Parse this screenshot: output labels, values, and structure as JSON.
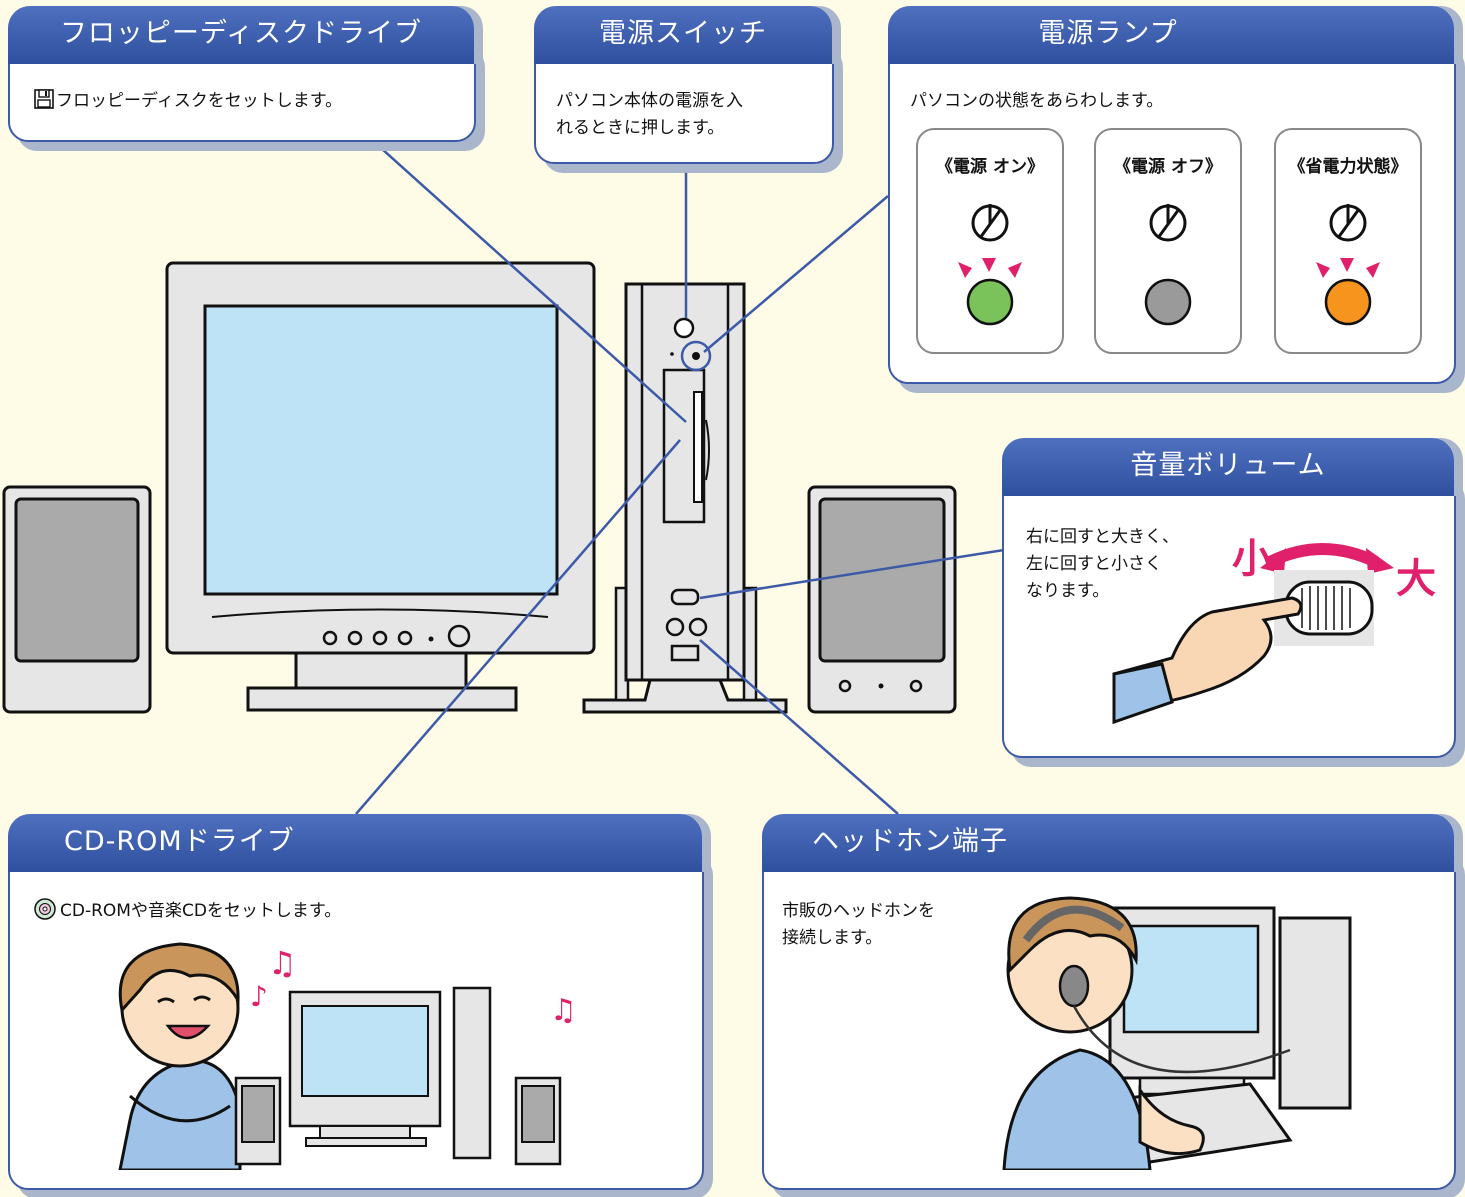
{
  "floppy": {
    "title": "フロッピーディスクドライブ",
    "desc": "フロッピーディスクをセットします。",
    "icon": "floppy-disk-icon"
  },
  "power_switch": {
    "title": "電源スイッチ",
    "desc_line1": "パソコン本体の電源を入",
    "desc_line2": "れるときに押します。"
  },
  "power_lamp": {
    "title": "電源ランプ",
    "desc": "パソコンの状態をあらわします。",
    "states": [
      {
        "label": "《電源 オン》",
        "color": "#7ac35a",
        "lit": true
      },
      {
        "label": "《電源 オフ》",
        "color": "#9a9a9a",
        "lit": false
      },
      {
        "label": "《省電力状態》",
        "color": "#f7941d",
        "lit": true
      }
    ],
    "icon": "power-symbol-icon"
  },
  "volume": {
    "title": "音量ボリューム",
    "desc_line1": "右に回すと大きく、",
    "desc_line2": "左に回すと小さく",
    "desc_line3": "なります。",
    "small_label": "小",
    "large_label": "大"
  },
  "cdrom": {
    "title": "CD-ROMドライブ",
    "desc": "CD-ROMや音楽CDをセットします。",
    "icon": "cd-disc-icon"
  },
  "headphone": {
    "title": "ヘッドホン端子",
    "desc_line1": "市販のヘッドホンを",
    "desc_line2": "接続します。"
  },
  "colors": {
    "accent_blue": "#3d5aa8",
    "background": "#fefbe6",
    "arrow_pink": "#e0206a",
    "screen_blue": "#bfe3f6"
  }
}
